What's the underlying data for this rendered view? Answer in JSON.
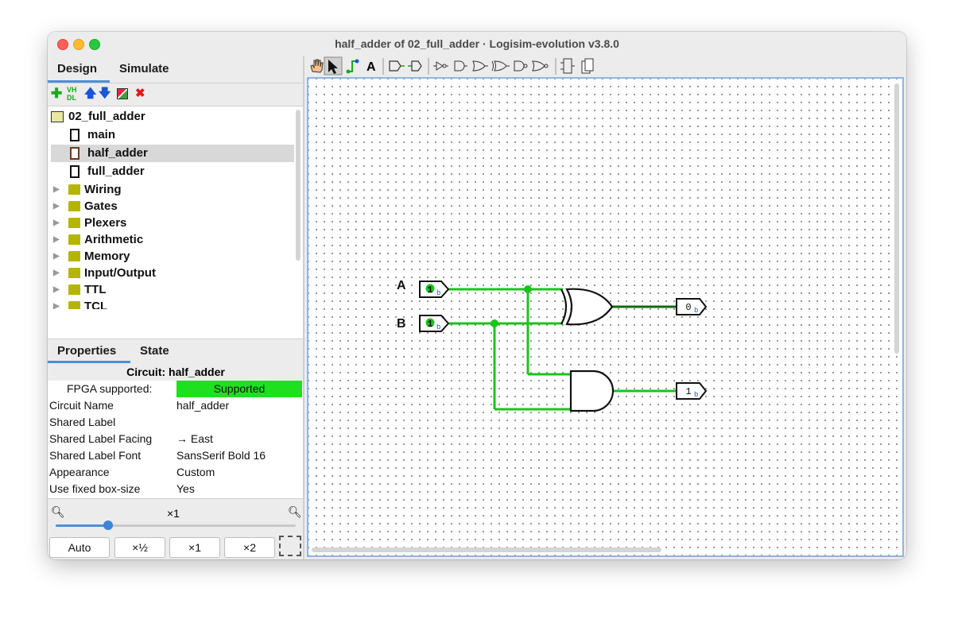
{
  "window": {
    "title": "half_adder of 02_full_adder · Logisim-evolution v3.8.0"
  },
  "left_tabs": [
    "Design",
    "Simulate"
  ],
  "explorer_toolbar": {
    "add": "✚",
    "vhdl": "VHDL",
    "up": "🡅",
    "down": "🡇",
    "edit": "✎",
    "delete": "✖"
  },
  "tree": {
    "project": "02_full_adder",
    "circuits": [
      "main",
      "half_adder",
      "full_adder"
    ],
    "selected": "half_adder",
    "libraries": [
      "Wiring",
      "Gates",
      "Plexers",
      "Arithmetic",
      "Memory",
      "Input/Output",
      "TTL",
      "TCL"
    ]
  },
  "prop_tabs": [
    "Properties",
    "State"
  ],
  "properties": {
    "header": "Circuit: half_adder",
    "rows": [
      {
        "key": "FPGA supported:",
        "value": "Supported"
      },
      {
        "key": "Circuit Name",
        "value": "half_adder"
      },
      {
        "key": "Shared Label",
        "value": ""
      },
      {
        "key": "Shared Label Facing",
        "value": "→ East"
      },
      {
        "key": "Shared Label Font",
        "value": "SansSerif Bold 16"
      },
      {
        "key": "Appearance",
        "value": "Custom"
      },
      {
        "key": "Use fixed box-size",
        "value": "Yes"
      }
    ]
  },
  "zoom": {
    "level": "×1",
    "slider_fraction": 0.22,
    "buttons": [
      "Auto",
      "×½",
      "×1",
      "×2"
    ]
  },
  "toolbar_icons": [
    "hand-icon",
    "select-arrow-icon",
    "wire-icon",
    "text-tool-icon",
    "input-pin-icon",
    "output-pin-icon",
    "buffer-icon",
    "and-gate-icon",
    "or-gate-icon",
    "xor-gate-icon",
    "nand-gate-icon",
    "nor-gate-icon",
    "layout-icon",
    "appearance-icon"
  ],
  "toolbar_text": {
    "text_tool": "A"
  },
  "circuit": {
    "input_a_label": "A",
    "input_b_label": "B",
    "input_a_value": "1",
    "input_b_value": "1",
    "output_sum_value": "0",
    "output_carry_value": "1",
    "bit_suffix": "b",
    "wire_active_color": "#19c419",
    "wire_low_color": "#0a6b0a"
  }
}
